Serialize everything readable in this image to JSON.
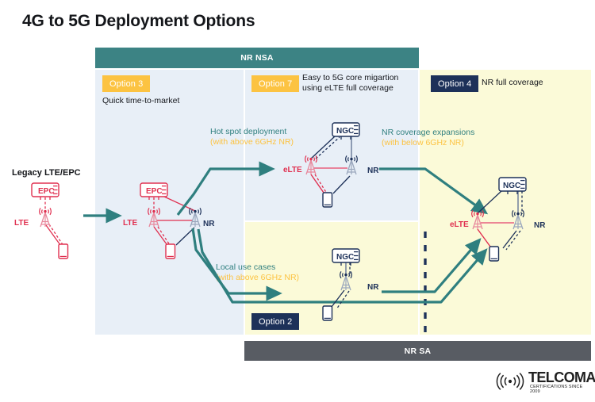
{
  "page": {
    "title": "4G to 5G Deployment Options"
  },
  "bars": {
    "nsa": {
      "label": "NR NSA",
      "color": "#3c8384"
    },
    "sa": {
      "label": "NR SA",
      "color": "#585c63"
    }
  },
  "panels": [
    {
      "key": "option3",
      "badge": "Option 3",
      "badge_color": "#fcc342",
      "caption": "Quick time-to-market",
      "bg": "#e8eff7"
    },
    {
      "key": "option7",
      "badge": "Option 7",
      "badge_color": "#fcc342",
      "caption": "Easy to 5G core migartion using eLTE full coverage",
      "bg": "#e8eff7"
    },
    {
      "key": "option2",
      "badge": "Option 2",
      "badge_color": "#1d3159",
      "caption": "",
      "bg": "#fbfad8"
    },
    {
      "key": "option4",
      "badge": "Option 4",
      "badge_color": "#1d3159",
      "caption": "NR full coverage",
      "bg": "#fbfad8"
    }
  ],
  "labels": {
    "legacy": "Legacy LTE/EPC"
  },
  "annotations": [
    {
      "key": "hotspot",
      "line1": "Hot spot deployment",
      "line2": "(with above 6GHz NR)"
    },
    {
      "key": "local",
      "line1": "Local use cases",
      "line2": "(with above 6GHz NR)"
    },
    {
      "key": "expansion",
      "line1": "NR coverage expansions",
      "line2": "(with below 6GHz NR)"
    }
  ],
  "nodes": {
    "legacy": {
      "core": "EPC",
      "access": "LTE"
    },
    "option3": {
      "core": "EPC",
      "access": "LTE",
      "nr": "NR"
    },
    "option7": {
      "core": "NGC",
      "access": "eLTE",
      "nr": "NR"
    },
    "option2": {
      "core": "NGC",
      "nr": "NR"
    },
    "option4": {
      "core": "NGC",
      "access": "eLTE",
      "nr": "NR"
    }
  },
  "brand": {
    "name": "TELCOMA",
    "tagline": "CERTIFICATIONS SINCE 2009"
  },
  "colors": {
    "teal": "#2f7f7f",
    "amber": "#fcc342",
    "navy": "#1d3159",
    "red": "#e03050",
    "panel_blue": "#e8eff7",
    "panel_yellow": "#fbfad8",
    "bar_teal": "#3c8384",
    "bar_gray": "#585c63"
  }
}
